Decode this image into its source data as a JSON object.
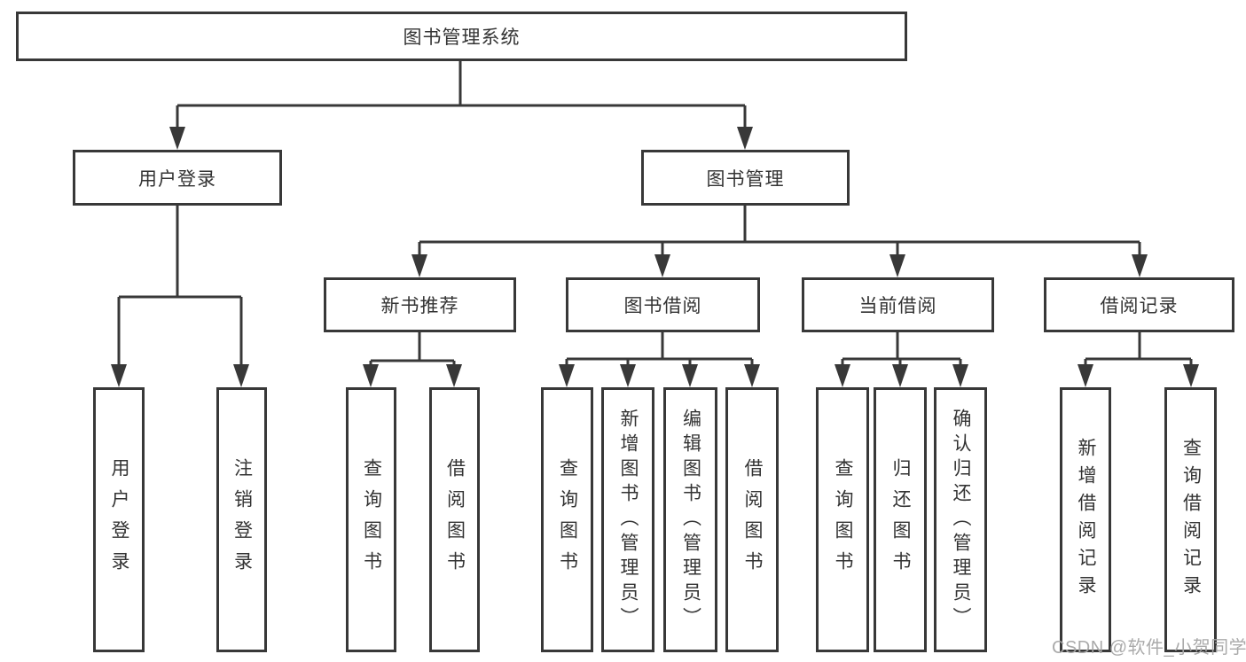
{
  "diagram": {
    "root": {
      "label": "图书管理系统"
    },
    "level2": {
      "user_login": {
        "label": "用户登录"
      },
      "book_management": {
        "label": "图书管理"
      }
    },
    "level3": {
      "new_book_recommend": {
        "label": "新书推荐"
      },
      "book_borrowing": {
        "label": "图书借阅"
      },
      "current_borrowing": {
        "label": "当前借阅"
      },
      "borrowing_records": {
        "label": "借阅记录"
      }
    },
    "leaves": {
      "user_login": {
        "label": "用户登录"
      },
      "logout": {
        "label": "注销登录"
      },
      "recommend_query_books": {
        "label": "查询图书"
      },
      "recommend_borrow_books": {
        "label": "借阅图书"
      },
      "borrowing_query_books": {
        "label": "查询图书"
      },
      "borrowing_add_books": {
        "label": "新增图书（管理员）"
      },
      "borrowing_edit_books": {
        "label": "编辑图书（管理员）"
      },
      "borrowing_borrow_books": {
        "label": "借阅图书"
      },
      "current_query_books": {
        "label": "查询图书"
      },
      "current_return_books": {
        "label": "归还图书"
      },
      "current_confirm_return": {
        "label": "确认归还（管理员）"
      },
      "records_add_record": {
        "label": "新增借阅记录"
      },
      "records_query_record": {
        "label": "查询借阅记录"
      }
    }
  },
  "watermark": {
    "text": "CSDN @软件_小贺同学"
  },
  "colors": {
    "line": "#383838",
    "text": "#333333",
    "watermark": "#a6a6a6",
    "background": "#ffffff"
  }
}
